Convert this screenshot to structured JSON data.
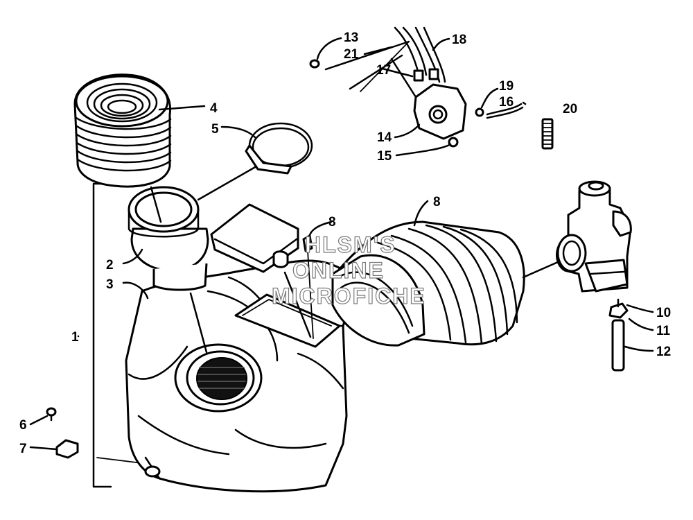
{
  "callouts": [
    {
      "id": "1",
      "label": "1"
    },
    {
      "id": "2",
      "label": "2"
    },
    {
      "id": "3",
      "label": "3"
    },
    {
      "id": "4",
      "label": "4"
    },
    {
      "id": "5",
      "label": "5"
    },
    {
      "id": "6",
      "label": "6"
    },
    {
      "id": "7",
      "label": "7"
    },
    {
      "id": "8a",
      "label": "8"
    },
    {
      "id": "8b",
      "label": "8"
    },
    {
      "id": "10",
      "label": "10"
    },
    {
      "id": "11",
      "label": "11"
    },
    {
      "id": "12",
      "label": "12"
    },
    {
      "id": "13",
      "label": "13"
    },
    {
      "id": "14",
      "label": "14"
    },
    {
      "id": "15",
      "label": "15"
    },
    {
      "id": "16",
      "label": "16"
    },
    {
      "id": "17",
      "label": "17"
    },
    {
      "id": "18",
      "label": "18"
    },
    {
      "id": "19",
      "label": "19"
    },
    {
      "id": "20",
      "label": "20"
    },
    {
      "id": "21",
      "label": "21"
    }
  ],
  "watermark": {
    "line1": "HLSM'S",
    "line2": "ONLINE",
    "line3": "MICROFICHE"
  }
}
